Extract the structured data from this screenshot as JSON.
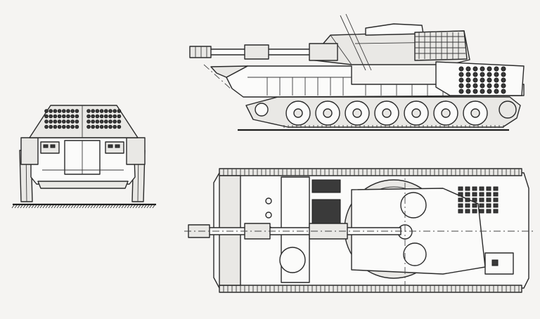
{
  "figure": {
    "background": "#f5f4f2",
    "line_color": "#2a2a2a",
    "views": [
      {
        "key": "front",
        "name": "front-view"
      },
      {
        "key": "side",
        "name": "side-view"
      },
      {
        "key": "top",
        "name": "top-view"
      }
    ]
  }
}
